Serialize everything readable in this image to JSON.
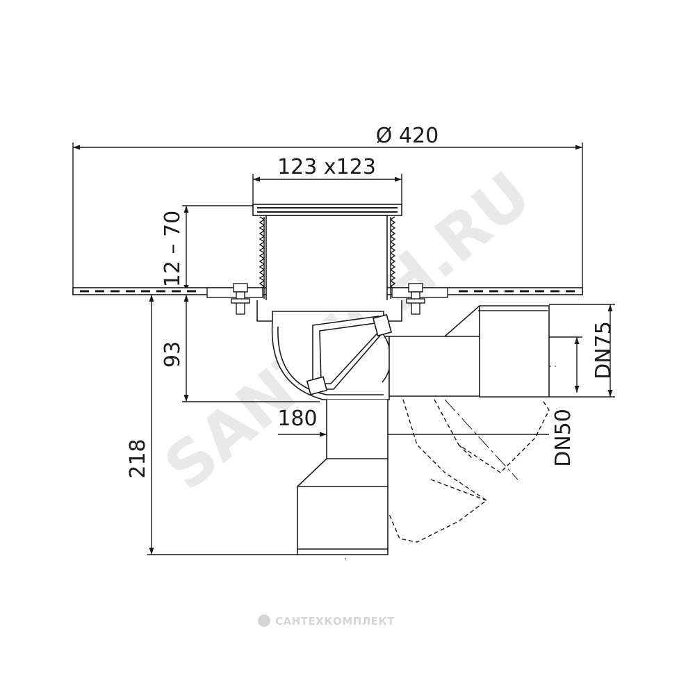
{
  "dimensions": {
    "overall_diameter": "Ø 420",
    "grate_size": "123 x123",
    "height_adjust": "12 – 70",
    "body_height": "93",
    "total_height": "218",
    "horizontal_offset": "180",
    "outlet_side": "DN75",
    "outlet_bottom": "DN50"
  },
  "watermark": {
    "diagonal_text": "SANTECH.RU",
    "footer_text": "САНТЕХКОМПЛЕКТ"
  }
}
